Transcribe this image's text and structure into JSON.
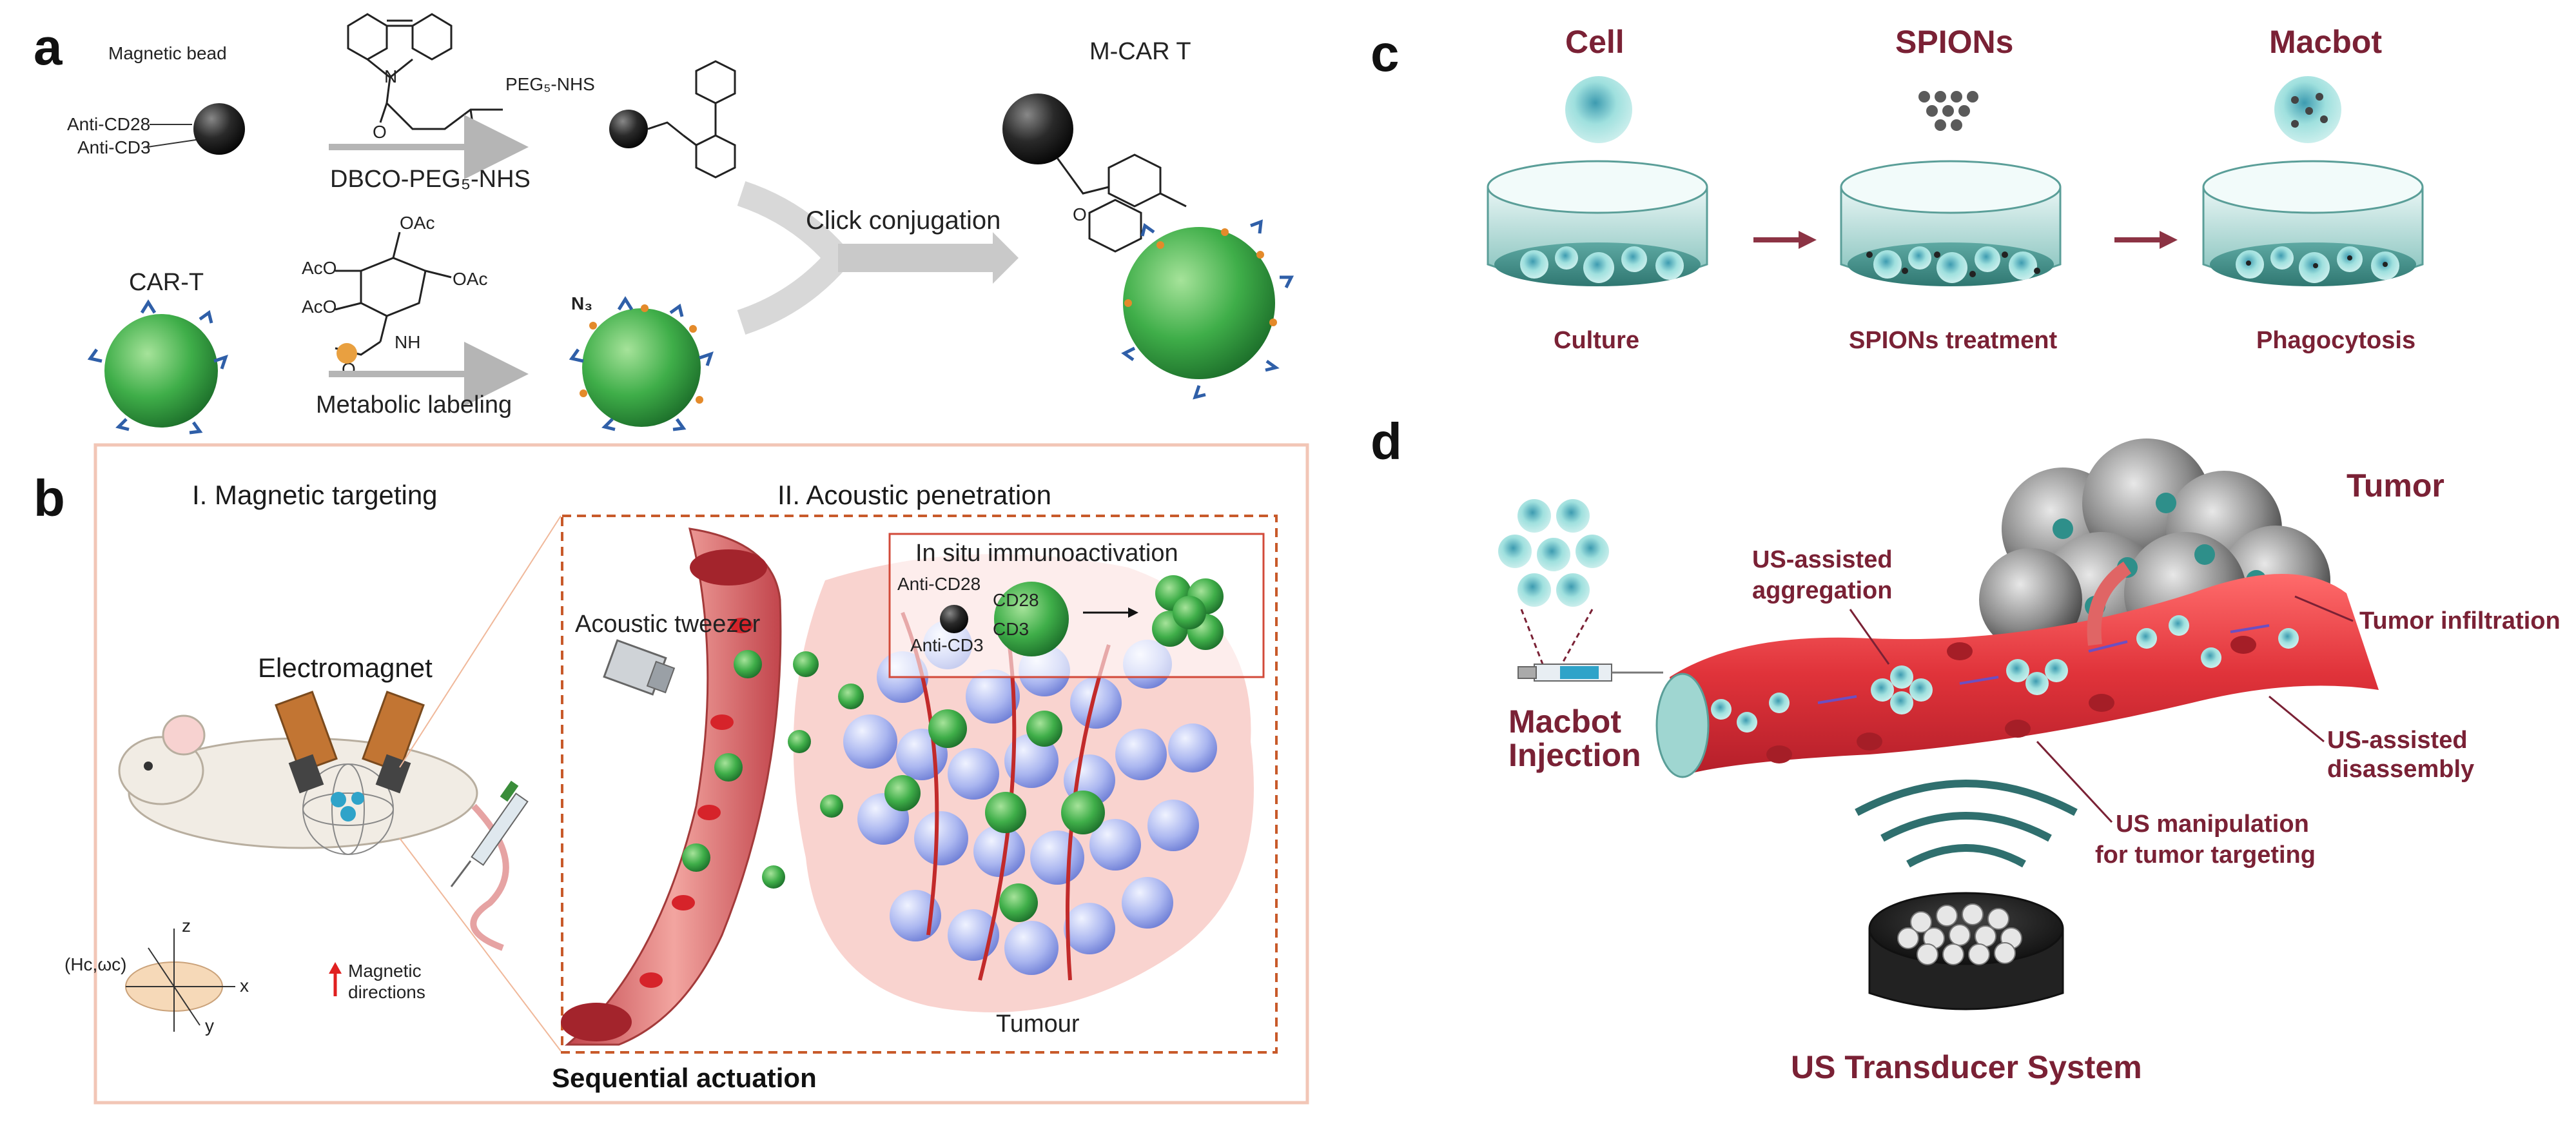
{
  "panel_letters": {
    "a": "a",
    "b": "b",
    "c": "c",
    "d": "d"
  },
  "panel_a": {
    "magnetic_bead": "Magnetic bead",
    "anti_cd28": "Anti-CD28",
    "anti_cd3": "Anti-CD3",
    "peg_label": "PEG₅-NHS",
    "dbco_reagent": "DBCO-PEG₅-NHS",
    "car_t": "CAR-T",
    "metabolic_labeling": "Metabolic labeling",
    "azide_label": "N₃",
    "click_conjugation": "Click conjugation",
    "m_car_t": "M-CAR T",
    "sugar_oac1": "OAc",
    "sugar_aco1": "AcO",
    "sugar_aco2": "AcO",
    "sugar_oac2": "OAc",
    "sugar_nh": "NH",
    "sugar_o": "O",
    "keto_o1": "O",
    "keto_o2": "O",
    "ring_n": "N",
    "mcar_o": "O"
  },
  "panel_b": {
    "step1": "I. Magnetic targeting",
    "step2": "II. Acoustic penetration",
    "electromagnet": "Electromagnet",
    "axis_label": "(Hc,ωc)",
    "axis_z": "z",
    "axis_x": "x",
    "axis_y": "y",
    "magnetic_directions_1": "Magnetic",
    "magnetic_directions_2": "directions",
    "acoustic_tweezer": "Acoustic tweezer",
    "in_situ": "In situ immunoactivation",
    "anti_cd28": "Anti-CD28",
    "anti_cd3": "Anti-CD3",
    "cd28": "CD28",
    "cd3": "CD3",
    "tumour": "Tumour",
    "sequential": "Sequential actuation"
  },
  "panel_c": {
    "stage1_title": "Cell",
    "stage2_title": "SPIONs",
    "stage3_title": "Macbot",
    "stage1_caption": "Culture",
    "stage2_caption": "SPIONs treatment",
    "stage3_caption": "Phagocytosis"
  },
  "panel_d": {
    "tumor": "Tumor",
    "us_aggregation_1": "US-assisted",
    "us_aggregation_2": "aggregation",
    "tumor_infiltration": "Tumor infiltration",
    "macbot_injection_1": "Macbot",
    "macbot_injection_2": "Injection",
    "us_disassembly_1": "US-assisted",
    "us_disassembly_2": "disassembly",
    "us_manipulation_1": "US manipulation",
    "us_manipulation_2": "for tumor targeting",
    "transducer": "US Transducer System"
  },
  "colors": {
    "maroon": "#7a2135",
    "vessel_red": "#e0333a",
    "cell_green": "#3fae49",
    "receptor_blue": "#2f5fa8",
    "cyan_dish": "#9fd6d1",
    "panel_b_border": "#f2c6b6",
    "arrow_gray": "#b5b5b5"
  }
}
